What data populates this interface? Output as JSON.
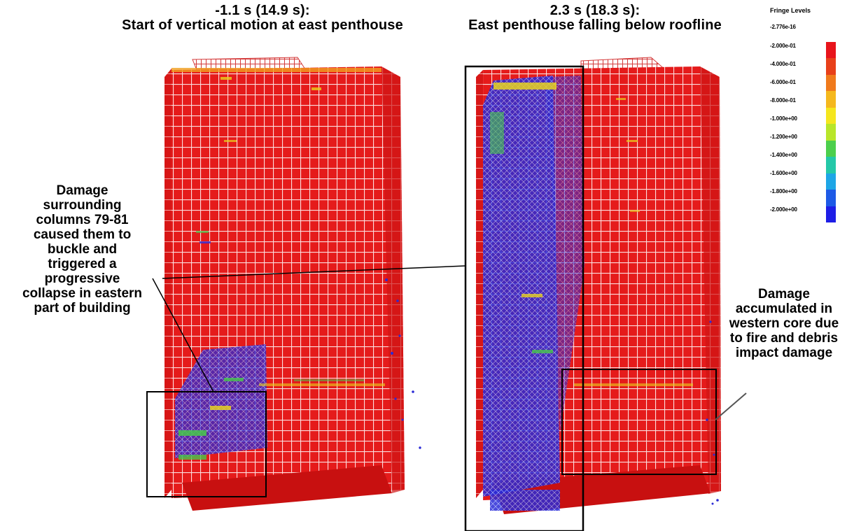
{
  "panels": {
    "left": {
      "time_line": "-1.1 s (14.9 s):",
      "caption_line": "Start of vertical motion at east penthouse"
    },
    "right": {
      "time_line": "2.3 s (18.3 s):",
      "caption_line": "East penthouse falling below roofline"
    }
  },
  "annotations": {
    "left_note": [
      "Damage",
      "surrounding",
      "columns 79-81",
      "caused them to",
      "buckle and",
      "triggered a",
      "progressive",
      "collapse in eastern",
      "part of building"
    ],
    "right_note": [
      "Damage",
      "accumulated in",
      "western core due",
      "to fire and debris",
      "impact damage"
    ]
  },
  "legend": {
    "title": "Fringe Levels",
    "levels": [
      "-2.776e-16",
      "-2.000e-01",
      "-4.000e-01",
      "-6.000e-01",
      "-8.000e-01",
      "-1.000e+00",
      "-1.200e+00",
      "-1.400e+00",
      "-1.600e+00",
      "-1.800e+00",
      "-2.000e+00"
    ],
    "colors": [
      "#e8141b",
      "#e8401a",
      "#f07a1c",
      "#f5b81e",
      "#f5e61e",
      "#b8e62a",
      "#4ccf4c",
      "#24c8a8",
      "#1ea6e6",
      "#1e5ae6",
      "#1e1ee6"
    ]
  },
  "colors": {
    "structure_red": "#e51b1b",
    "grid_line": "#ffffff",
    "damage_blue": "#2a2ad6",
    "damage_yellow": "#e8d21e",
    "damage_green": "#46c84a",
    "box_line": "#000000"
  }
}
